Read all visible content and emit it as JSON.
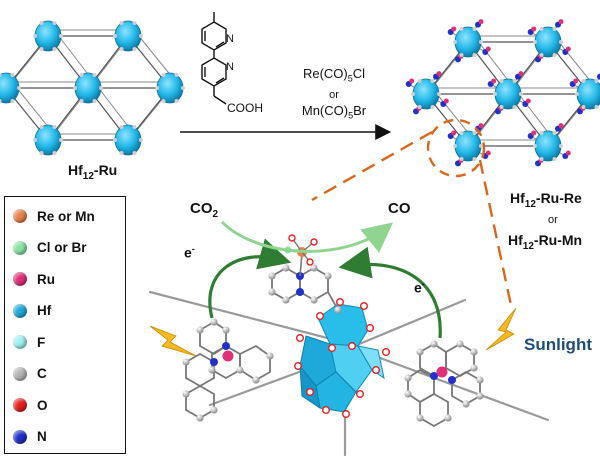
{
  "labels": {
    "mof_left_base": "Hf",
    "mof_left_sub": "12",
    "mof_left_suffix": "-Ru",
    "mof_right_base": "Hf",
    "mof_right_sub": "12",
    "mof_right_suffix1": "-Ru-Re",
    "or_word": "or",
    "mof_right_suffix2": "-Ru-Mn",
    "co2_base": "CO",
    "co2_sub": "2",
    "co": "CO",
    "electron_left": "e",
    "electron_right": "e",
    "electron_sup": "-",
    "sunlight": "Sunlight"
  },
  "reaction": {
    "ligand_acid": "COOH",
    "reagent1_base": "Re(CO)",
    "reagent1_sub": "5",
    "reagent1_tail": "Cl",
    "reagent_or": "or",
    "reagent2_base": "Mn(CO)",
    "reagent2_sub": "5",
    "reagent2_tail": "Br"
  },
  "legend": [
    {
      "label": "Re or Mn",
      "color": "#e8804a"
    },
    {
      "label": "Cl or Br",
      "color": "#86e3a0"
    },
    {
      "label": "Ru",
      "color": "#e0307a"
    },
    {
      "label": "Hf",
      "color": "#22a8d8"
    },
    {
      "label": "F",
      "color": "#9ef0f2"
    },
    {
      "label": "C",
      "color": "#b5b5b5"
    },
    {
      "label": "O",
      "color": "#e62020"
    },
    {
      "label": "N",
      "color": "#2030c8"
    }
  ],
  "colors": {
    "cluster": "#22b8e8",
    "arrow_green": "#2e7d32",
    "arrow_light_green": "#8fd48f",
    "dashed_orange": "#d9661a",
    "bolt": "#f5b921",
    "sunlight": "#1f4e79"
  }
}
